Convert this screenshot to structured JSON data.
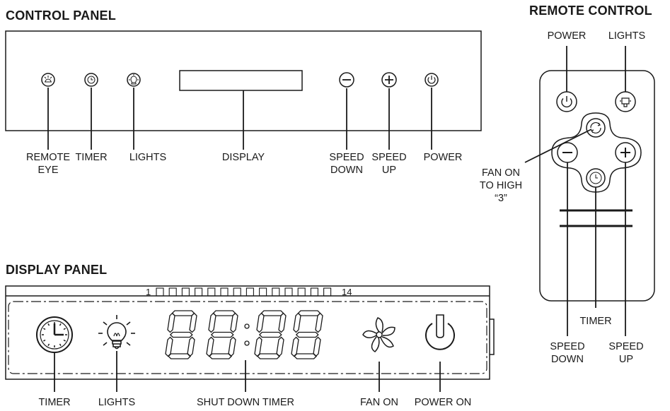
{
  "control_panel": {
    "heading": "CONTROL PANEL",
    "labels": {
      "remote_eye": [
        "REMOTE",
        "EYE"
      ],
      "timer": [
        "TIMER"
      ],
      "lights": [
        "LIGHTS"
      ],
      "display": [
        "DISPLAY"
      ],
      "speed_down": [
        "SPEED",
        "DOWN"
      ],
      "speed_up": [
        "SPEED",
        "UP"
      ],
      "power": [
        "POWER"
      ]
    }
  },
  "remote_control": {
    "heading": "REMOTE CONTROL",
    "labels": {
      "power": [
        "POWER"
      ],
      "lights": [
        "LIGHTS"
      ],
      "fan_on": [
        "FAN ON",
        "TO HIGH",
        "“3”"
      ],
      "timer": [
        "TIMER"
      ],
      "speed_down": [
        "SPEED",
        "DOWN"
      ],
      "speed_up": [
        "SPEED",
        "UP"
      ]
    }
  },
  "display_panel": {
    "heading": "DISPLAY PANEL",
    "scale_start": "1",
    "scale_end": "14",
    "segment_count": 14,
    "labels": {
      "timer": [
        "TIMER"
      ],
      "lights": [
        "LIGHTS"
      ],
      "shut_down_timer": [
        "SHUT DOWN TIMER"
      ],
      "fan_on": [
        "FAN ON"
      ],
      "power_on": [
        "POWER ON"
      ]
    }
  },
  "icons": [
    "remote-eye-icon",
    "clock-icon",
    "light-bulb-icon",
    "minus-icon",
    "plus-icon",
    "power-icon",
    "fan-icon",
    "seven-segment-digits"
  ]
}
